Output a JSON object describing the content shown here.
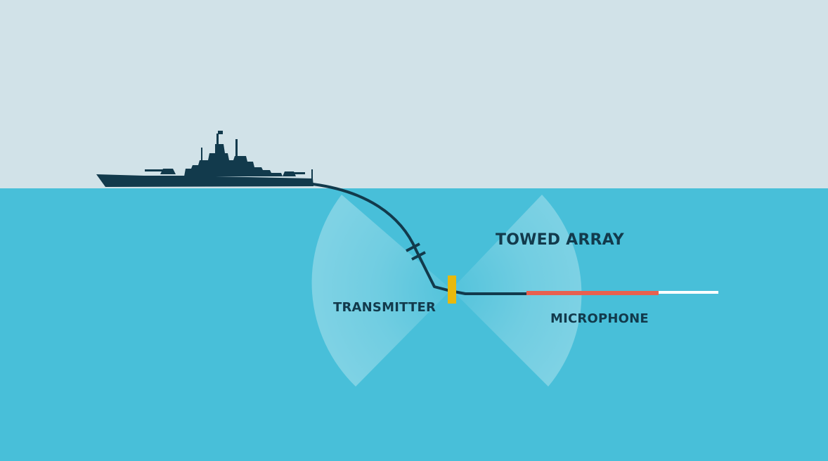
{
  "labels": {
    "towed_array": "TOWED ARRAY",
    "transmitter": "TRANSMITTER",
    "microphone": "MICROPHONE"
  },
  "colors": {
    "sky": "#d1e2e8",
    "sea": "#48bfd9",
    "ship": "#123a4c",
    "cable": "#123a4c",
    "transmitter_block": "#e8b90c",
    "microphone_section": "#e8604f",
    "array_tail": "#ffffff",
    "sonar_cone": "#ffffff"
  }
}
